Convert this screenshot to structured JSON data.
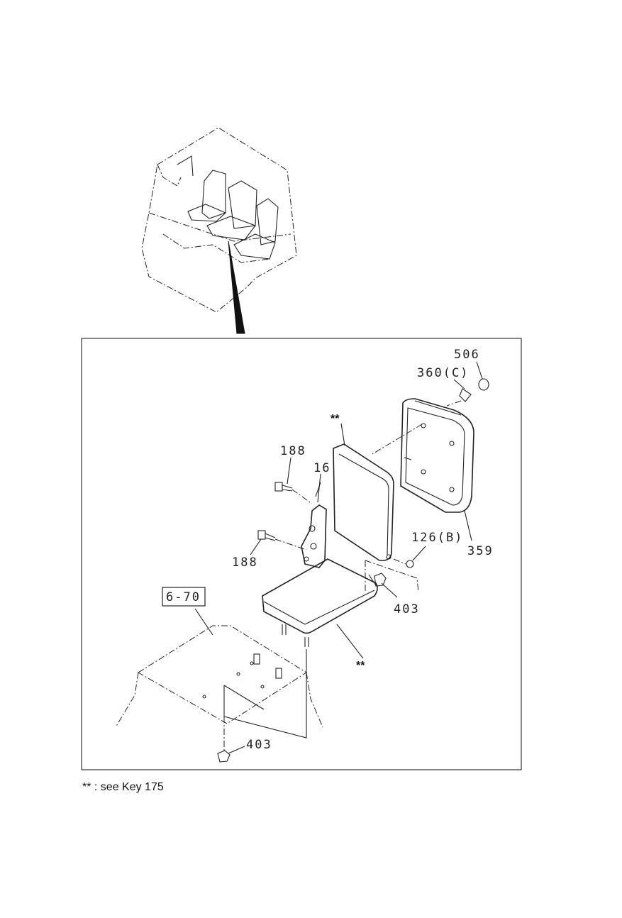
{
  "callouts": {
    "c506": "506",
    "c360c": "360(C)",
    "star_back": "**",
    "c188_top": "188",
    "c16": "16",
    "c126b": "126(B)",
    "c359": "359",
    "c188_bottom": "188",
    "c403_right": "403",
    "c6_70": "6-70",
    "star_seat": "**",
    "c403_bottom": "403"
  },
  "footnote": "** : see Key 175"
}
